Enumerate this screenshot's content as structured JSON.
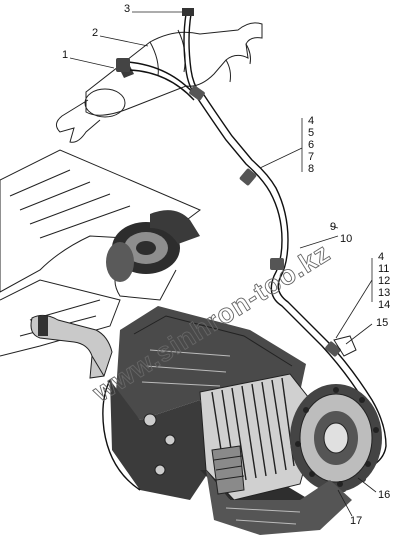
{
  "watermark": "www.sinhron-too.kz",
  "callouts": {
    "c1": "1",
    "c2": "2",
    "c3": "3",
    "group_a": [
      "4",
      "5",
      "6",
      "7",
      "8"
    ],
    "c9": "9",
    "c10": "10",
    "group_b": [
      "4",
      "11",
      "12",
      "13",
      "14"
    ],
    "c15": "15",
    "c16": "16",
    "c17": "17"
  }
}
